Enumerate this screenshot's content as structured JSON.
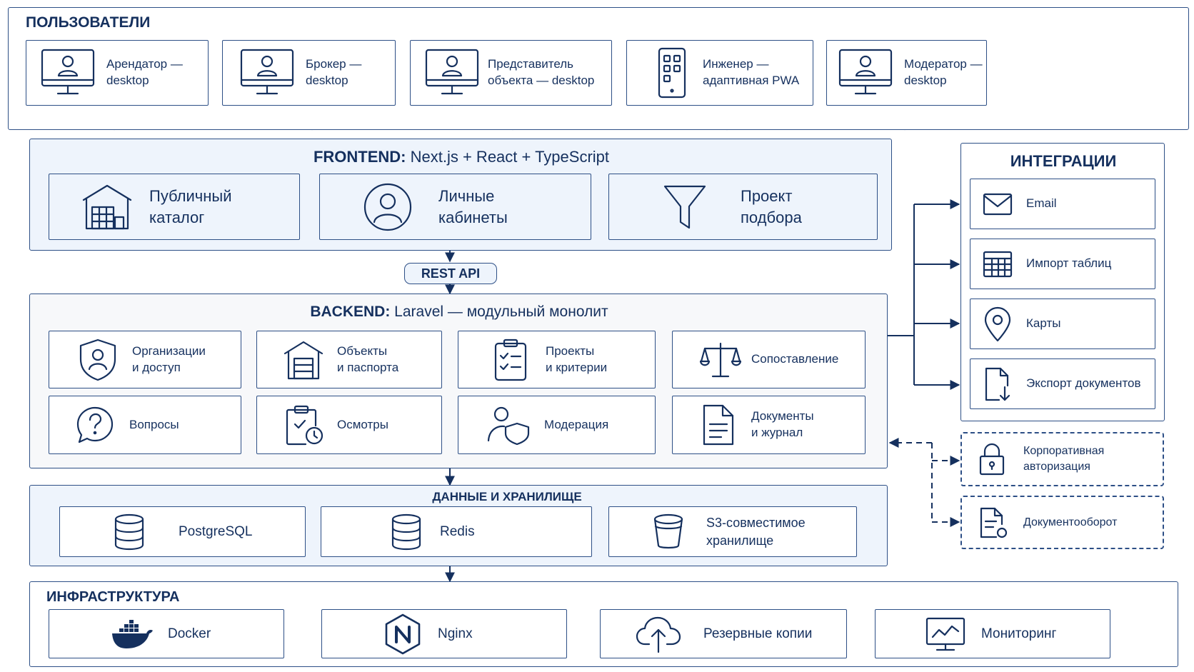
{
  "users": {
    "title": "ПОЛЬЗОВАТЕЛИ",
    "items": [
      {
        "label": "Арендатор —\ndesktop",
        "icon": "desktop-user-icon"
      },
      {
        "label": "Брокер —\ndesktop",
        "icon": "desktop-user-icon"
      },
      {
        "label": "Представитель\nобъекта — desktop",
        "icon": "desktop-user-icon"
      },
      {
        "label": "Инженер —\nадаптивная PWA",
        "icon": "mobile-app-icon"
      },
      {
        "label": "Модератор —\ndesktop",
        "icon": "desktop-user-icon"
      }
    ]
  },
  "frontend": {
    "title_prefix": "FRONTEND:",
    "title_rest": " Next.js + React + TypeScript",
    "items": [
      {
        "label": "Публичный\nкаталог",
        "icon": "building-icon"
      },
      {
        "label": "Личные\nкабинеты",
        "icon": "user-circle-icon"
      },
      {
        "label": "Проект\nподбора",
        "icon": "funnel-icon"
      }
    ]
  },
  "api": {
    "label": "REST API"
  },
  "backend": {
    "title_prefix": "BACKEND:",
    "title_rest": " Laravel — модульный монолит",
    "items": [
      {
        "label": "Организации\nи доступ",
        "icon": "shield-user-icon"
      },
      {
        "label": "Объекты\nи паспорта",
        "icon": "warehouse-icon"
      },
      {
        "label": "Проекты\nи критерии",
        "icon": "checklist-icon"
      },
      {
        "label": "Сопоставление",
        "icon": "scales-icon"
      },
      {
        "label": "Вопросы",
        "icon": "question-icon"
      },
      {
        "label": "Осмотры",
        "icon": "clipboard-clock-icon"
      },
      {
        "label": "Модерация",
        "icon": "user-shield-icon"
      },
      {
        "label": "Документы\nи журнал",
        "icon": "document-icon"
      }
    ]
  },
  "data": {
    "title": "ДАННЫЕ И ХРАНИЛИЩЕ",
    "items": [
      {
        "label": "PostgreSQL",
        "icon": "database-icon"
      },
      {
        "label": "Redis",
        "icon": "database-icon"
      },
      {
        "label": "S3-совместимое\nхранилище",
        "icon": "bucket-icon"
      }
    ]
  },
  "infra": {
    "title": "ИНФРАСТРУКТУРА",
    "items": [
      {
        "label": "Docker",
        "icon": "docker-icon"
      },
      {
        "label": "Nginx",
        "icon": "nginx-icon"
      },
      {
        "label": "Резервные копии",
        "icon": "cloud-upload-icon"
      },
      {
        "label": "Мониторинг",
        "icon": "monitor-chart-icon"
      }
    ]
  },
  "integrations": {
    "title": "ИНТЕГРАЦИИ",
    "items": [
      {
        "label": "Email",
        "icon": "envelope-icon"
      },
      {
        "label": "Импорт таблиц",
        "icon": "table-icon"
      },
      {
        "label": "Карты",
        "icon": "map-pin-icon"
      },
      {
        "label": "Экспорт документов",
        "icon": "file-export-icon"
      }
    ],
    "optional": [
      {
        "label": "Корпоративная\nавторизация",
        "icon": "padlock-icon"
      },
      {
        "label": "Документооборот",
        "icon": "document-flow-icon"
      }
    ]
  }
}
